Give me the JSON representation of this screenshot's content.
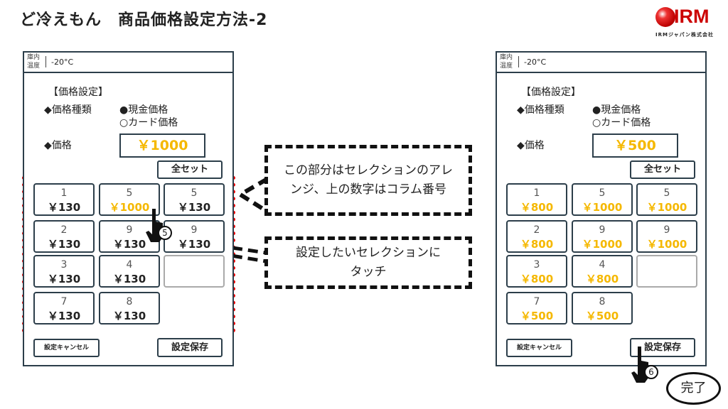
{
  "title": "ど冷えもん　商品価格設定方法-2",
  "logo": {
    "brand": "IRM",
    "company": "IRMジャパン株式会社"
  },
  "panels": [
    {
      "temp_label_1": "庫内",
      "temp_label_2": "温度",
      "temp": "-20°C",
      "section": "【価格設定】",
      "price_type_label": "◆価格種類",
      "option_cash": "●現金価格",
      "option_card": "○カード価格",
      "price_label": "◆価格",
      "price": "￥1000",
      "set_all": "全セット",
      "cancel": "設定キャンセル",
      "save": "設定保存",
      "cells": [
        {
          "n": "1",
          "p": "￥130",
          "hl": false
        },
        {
          "n": "5",
          "p": "￥1000",
          "hl": true
        },
        {
          "n": "5",
          "p": "￥130",
          "hl": false
        },
        {
          "n": "2",
          "p": "￥130",
          "hl": false
        },
        {
          "n": "9",
          "p": "￥130",
          "hl": false
        },
        {
          "n": "9",
          "p": "￥130",
          "hl": false
        },
        {
          "n": "3",
          "p": "￥130",
          "hl": false
        },
        {
          "n": "4",
          "p": "￥130",
          "hl": false
        },
        {
          "n": "",
          "p": "",
          "empty": true
        },
        {
          "n": "7",
          "p": "￥130",
          "hl": false
        },
        {
          "n": "8",
          "p": "￥130",
          "hl": false
        }
      ]
    },
    {
      "temp_label_1": "庫内",
      "temp_label_2": "温度",
      "temp": "-20°C",
      "section": "【価格設定】",
      "price_type_label": "◆価格種類",
      "option_cash": "●現金価格",
      "option_card": "○カード価格",
      "price_label": "◆価格",
      "price": "￥500",
      "set_all": "全セット",
      "cancel": "設定キャンセル",
      "save": "設定保存",
      "cells": [
        {
          "n": "1",
          "p": "￥800",
          "hl": true
        },
        {
          "n": "5",
          "p": "￥1000",
          "hl": true
        },
        {
          "n": "5",
          "p": "￥1000",
          "hl": true
        },
        {
          "n": "2",
          "p": "￥800",
          "hl": true
        },
        {
          "n": "9",
          "p": "￥1000",
          "hl": true
        },
        {
          "n": "9",
          "p": "￥1000",
          "hl": true
        },
        {
          "n": "3",
          "p": "￥800",
          "hl": true
        },
        {
          "n": "4",
          "p": "￥800",
          "hl": true
        },
        {
          "n": "",
          "p": "",
          "empty": true
        },
        {
          "n": "7",
          "p": "￥500",
          "hl": true
        },
        {
          "n": "8",
          "p": "￥500",
          "hl": true
        }
      ]
    }
  ],
  "callouts": {
    "c1_line1": "この部分はセレクションのアレ",
    "c1_line2": "ンジ、上の数字はコラム番号",
    "c2_line1": "設定したいセレクションに",
    "c2_line2": "タッチ"
  },
  "steps": {
    "s5": "5",
    "s6": "6"
  },
  "done": "完了"
}
